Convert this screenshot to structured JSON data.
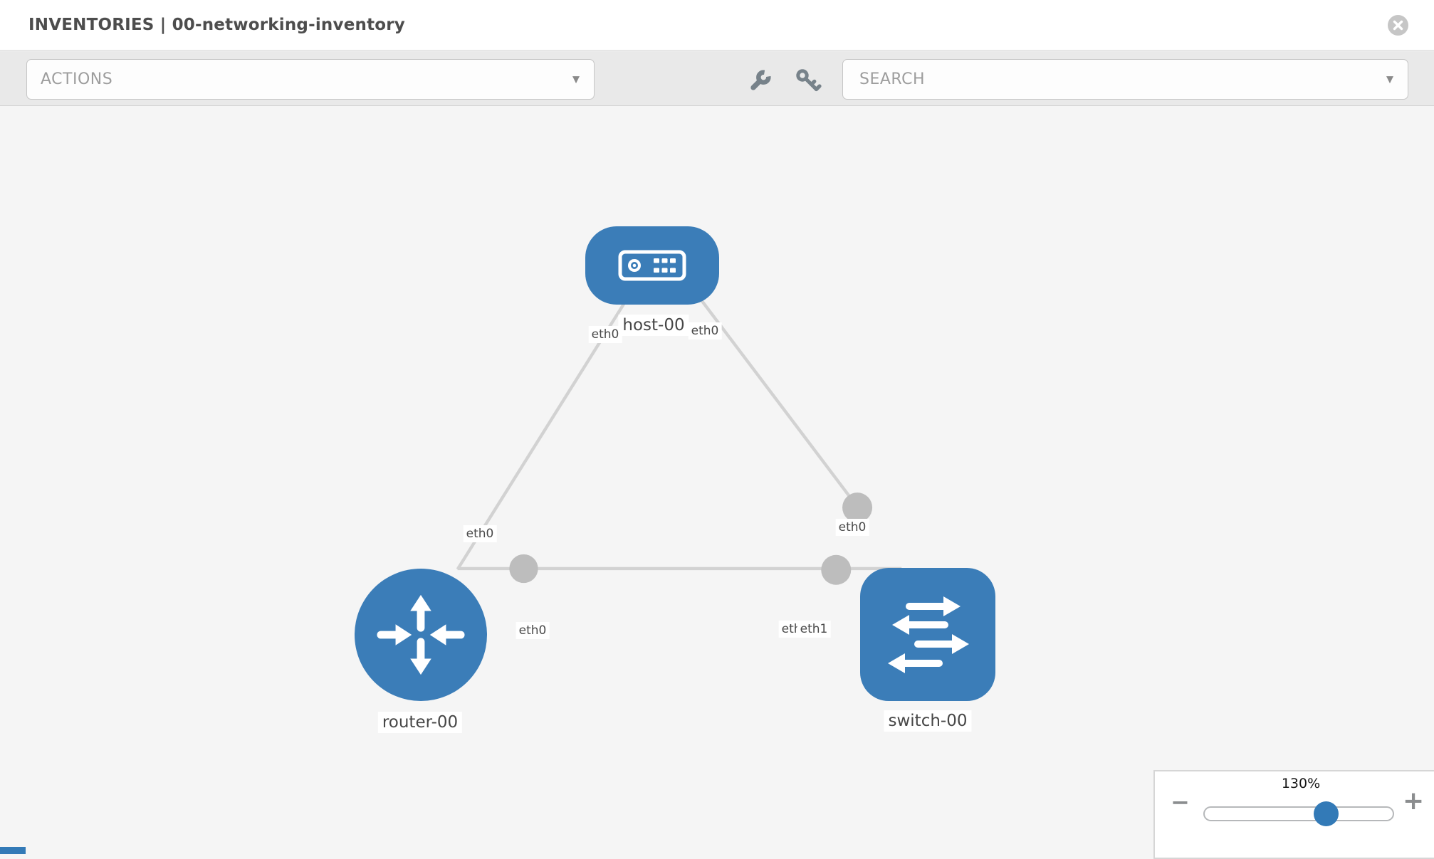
{
  "header": {
    "title": "INVENTORIES | 00-networking-inventory"
  },
  "toolbar": {
    "actions_label": "ACTIONS",
    "search_label": "SEARCH"
  },
  "icons": {
    "dropdown_caret": "▼"
  },
  "topology": {
    "nodes": [
      {
        "label": "host-00",
        "type": "host"
      },
      {
        "label": "router-00",
        "type": "router"
      },
      {
        "label": "switch-00",
        "type": "switch"
      }
    ],
    "links": [
      {
        "from": "host-00",
        "to": "router-00"
      },
      {
        "from": "host-00",
        "to": "switch-00"
      },
      {
        "from": "router-00",
        "to": "switch-00"
      }
    ],
    "interface_labels": [
      {
        "text": "eth0",
        "at": "host-00 lower-left"
      },
      {
        "text": "eth0",
        "at": "host-00 lower-right"
      },
      {
        "text": "eth0",
        "at": "host-router link near router-00"
      },
      {
        "text": "eth0",
        "at": "host-switch link near switch-00"
      },
      {
        "text": "eth0",
        "at": "router-00 right"
      },
      {
        "text": "eth0",
        "at": "switch-00 left, partially hidden under eth1"
      },
      {
        "text": "eth1",
        "at": "switch-00 left"
      }
    ]
  },
  "zoom_control": {
    "level": "130%",
    "value_percent": 130,
    "minus_label": "−",
    "plus_label": "+"
  },
  "colors": {
    "node_blue": "#3b7db8",
    "accent_blue": "#337ab7",
    "link_gray": "#d2d2d2",
    "connector_gray": "#bdbdbd"
  }
}
